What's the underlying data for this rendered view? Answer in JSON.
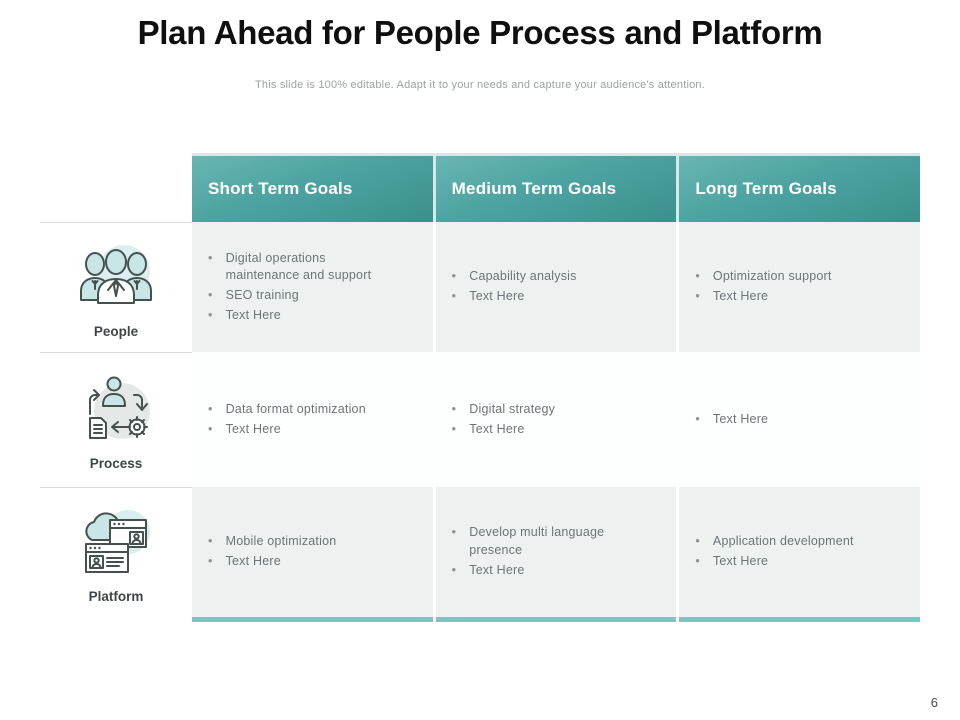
{
  "slide": {
    "title": "Plan Ahead for People Process and Platform",
    "subtitle": "This slide is 100% editable. Adapt it to your needs and capture your audience's attention.",
    "page_number": "6"
  },
  "colors": {
    "header_teal_light": "#68b6b4",
    "header_teal_dark": "#3b908e",
    "header_band_bg": "#d5eae8",
    "row_alt_bg": "#edf2f1",
    "row_white_bg": "#fdfefe",
    "accent_underline": "#74c9c3",
    "bullet_text": "#6e7477",
    "label_text": "#3f4648",
    "icon_fill": "#c9e6e7"
  },
  "table": {
    "columns": [
      "Short Term Goals",
      "Medium Term Goals",
      "Long Term Goals"
    ],
    "rows": [
      {
        "label": "People",
        "icon": "people-icon",
        "cells": [
          {
            "items": [
              "Digital operations maintenance and support",
              "SEO training",
              "Text Here"
            ]
          },
          {
            "items": [
              "Capability analysis",
              "Text Here"
            ]
          },
          {
            "items": [
              "Optimization support",
              "Text Here"
            ]
          }
        ]
      },
      {
        "label": "Process",
        "icon": "process-icon",
        "cells": [
          {
            "items": [
              "Data format optimization",
              "Text Here"
            ]
          },
          {
            "items": [
              "Digital strategy",
              "Text Here"
            ]
          },
          {
            "items": [
              "Text Here"
            ]
          }
        ]
      },
      {
        "label": "Platform",
        "icon": "platform-icon",
        "cells": [
          {
            "items": [
              "Mobile optimization",
              "Text Here"
            ]
          },
          {
            "items": [
              "Develop multi language presence",
              "Text Here"
            ]
          },
          {
            "items": [
              "Application development",
              "Text Here"
            ]
          }
        ]
      }
    ]
  }
}
